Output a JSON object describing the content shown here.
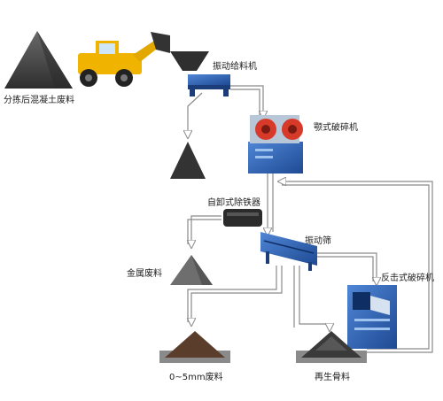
{
  "labels": {
    "waste_source": "分拣后混凝土废料",
    "vibrating_feeder": "振动给料机",
    "jaw_crusher": "颚式破碎机",
    "magnetic_separator": "自卸式除铁器",
    "vibrating_screen": "振动筛",
    "metal_waste": "金属废料",
    "impact_crusher": "反击式破碎机",
    "fine_waste": "0~5mm废料",
    "recycled_aggregate": "再生骨料"
  },
  "colors": {
    "machine_blue": "#2e5fae",
    "machine_red": "#d83a2a",
    "loader_yellow": "#f0b400",
    "pile_dark": "#3b3b3b",
    "arrow_gray": "#8a8a8a"
  }
}
